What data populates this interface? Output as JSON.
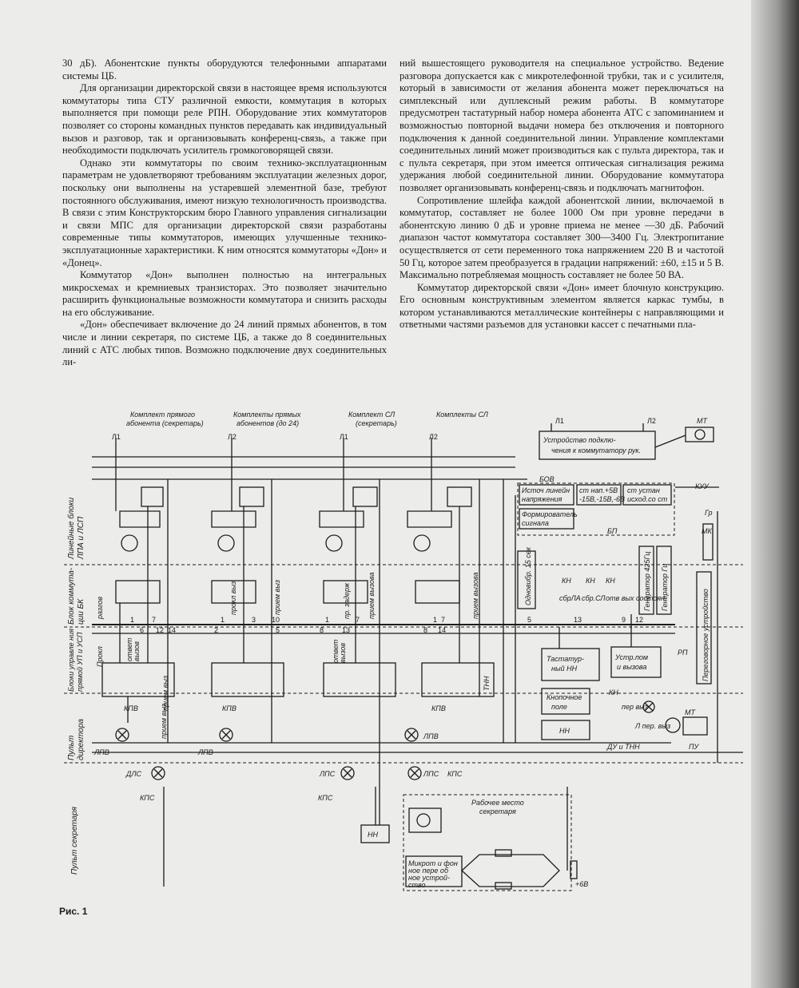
{
  "article": {
    "left_paragraphs": [
      "30 дБ). Абонентские пункты оборудуются телефонными аппаратами системы ЦБ.",
      "Для организации директорской связи в настоящее время используются коммутаторы типа СТУ различной емкости, коммутация в которых выполняется при помощи реле РПН. Оборудование этих коммутаторов позволяет со стороны командных пунктов передавать как индивидуальный вызов и разговор, так и организовывать конференц-связь, а также при необходимости подключать усилитель громкоговорящей связи.",
      "Однако эти коммутаторы по своим технико-эксплуатационным параметрам не удовлетворяют требованиям эксплуатации железных дорог, поскольку они выполнены на устаревшей элементной базе, требуют постоянного обслуживания, имеют низкую технологичность производства. В связи с этим Конструкторским бюро Главного управления сигнализации и связи МПС для организации директорской связи разработаны современные типы коммутаторов, имеющих улучшенные технико-эксплуатационные характеристики. К ним относятся коммутаторы «Дон» и «Донец».",
      "Коммутатор «Дон» выполнен полностью на интегральных микросхемах и кремниевых транзисторах. Это позволяет значительно расширить функциональные возможности коммутатора и снизить расходы на его обслуживание.",
      "«Дон» обеспечивает включение до 24 линий прямых абонентов, в том числе и линии секретаря, по системе ЦБ, а также до 8 соединительных линий с АТС любых типов. Возможно подключение двух соединительных ли-"
    ],
    "right_paragraphs": [
      "ний вышестоящего руководителя на специальное устройство. Ведение разговора допускается как с микротелефонной трубки, так и с усилителя, который в зависимости от желания абонента может переключаться на симплексный или дуплексный режим работы. В коммутаторе предусмотрен тастатурный набор номера абонента АТС с запоминанием и возможностью повторной выдачи номера без отключения и повторного подключения к данной соединительной линии. Управление комплектами соединительных линий может производиться как с пульта директора, так и с пульта секретаря, при этом имеется оптическая сигнализация режима удержания любой соединительной линии. Оборудование коммутатора позволяет организовывать конференц-связь и подключать магнитофон.",
      "Сопротивление шлейфа каждой абонентской линии, включаемой в коммутатор, составляет не более 1000 Ом при уровне передачи в абонентскую линию 0 дБ и уровне приема не менее —30 дБ. Рабочий диапазон частот коммутатора составляет 300—3400 Гц. Электропитание осуществляется от сети переменного тока напряжением 220 В и частотой 50 Гц, которое затем преобразуется в градации напряжений: ±60, ±15 и 5 В. Максимально потребляемая мощность составляет не более 50 ВА.",
      "Коммутатор директорской связи «Дон» имеет блочную конструкцию. Его основным конструктивным элементом является каркас тумбы, в котором устанавливаются металлические контейнеры с направляющими и ответными частями разъемов для установки кассет с печатными пла-"
    ]
  },
  "figure": {
    "caption": "Рис. 1",
    "group_labels": {
      "direct_secretary": [
        "Комплект прямого",
        "абонента (секретарь)"
      ],
      "direct_subscribers": [
        "Комплекты прямых",
        "абонентов (до 24)"
      ],
      "sl_secretary": [
        "Комплект СЛ",
        "(секретарь)"
      ],
      "sl_sets": [
        "Комплекты СЛ"
      ]
    },
    "row_labels": {
      "line_blocks": [
        "Линейные блоки",
        "ЛПА и ЛСП"
      ],
      "switch_block": [
        "Блок коммута-",
        "ции БК"
      ],
      "control_blocks": [
        "Блоки управле ния",
        "прямой УП и УСП"
      ],
      "director_panel": [
        "Пульт",
        "директора"
      ],
      "secretary_panel": [
        "Пульт секретаря"
      ]
    },
    "wire_labels": [
      "Л1",
      "Л2",
      "Л1",
      "Л2",
      "Л1",
      "Л2",
      "Л1",
      "Л2"
    ],
    "blocks": {
      "senior_device": [
        "Устройство подклю-",
        "чения к коммутатору рук."
      ],
      "line_power": [
        "Источ линейн",
        "напряжения"
      ],
      "stab_5": [
        "ст нап.+5В",
        "-15В,-15В,-6В"
      ],
      "stab_ref": [
        "ст устан",
        "исход.со ст"
      ],
      "signal_gen": [
        "Формирователь",
        "сигнала"
      ],
      "bp": "БП",
      "bov": "БОВ",
      "one_shot": "Одновибр. 15 сек",
      "gen_425": "Генератор 425Гц",
      "gen_call": "Генератор Гц",
      "keypad": [
        "Тастатур-",
        "ный НН"
      ],
      "call_dev": [
        "Устр.пом",
        "и вызова"
      ],
      "button_field": [
        "Кнопочное",
        "поле"
      ],
      "nn": "НН",
      "nn_secretary": "НН",
      "mic_amp": [
        "Микрот и фон",
        "ное пере об",
        "ное устрой-",
        "ство"
      ],
      "workplace": [
        "Рабочее место",
        "секретаря"
      ],
      "transfer_device": "Переговорное устройство"
    },
    "signal_labels": {
      "razgov": "разгов",
      "prokl": "Прокл",
      "accept_call": [
        "ответ",
        "вызов"
      ],
      "accept_call_2": [
        "ответ",
        "вызов"
      ],
      "prom_vyz": "прием выз",
      "prokl_vyz": "прокл выз",
      "prom_vyz_2": "прием выз",
      "pr_zader": "пр. задерж",
      "prom_vyzova": "прием вызова",
      "prom_vyzova_2": "прием вызова",
      "line_vyz": "прием линии вызова",
      "tnn": "ТНН",
      "kpv": "КПВ",
      "lpv": "ЛПВ",
      "dls": "ДЛС",
      "kps": "КПС",
      "lps": "ЛПС",
      "kn": "КН",
      "sbrla": "сбрЛА",
      "sbrsl": "сбр.СЛ",
      "otvsostoyan": "отв вых состоян",
      "kuu": "КУУ",
      "gr": "Гр",
      "mk": "МК",
      "mt": "МТ",
      "pu": "ПУ",
      "du_tnn": "ДУ и ТНН",
      "per_vyz": "пер выз",
      "l_per_vyz": "Л пер. выз",
      "rp": "РП",
      "plus6v": "+6В"
    },
    "pin_numbers": [
      "1",
      "2",
      "3",
      "5",
      "6",
      "7",
      "8",
      "9",
      "10",
      "11",
      "12",
      "13",
      "14"
    ]
  }
}
